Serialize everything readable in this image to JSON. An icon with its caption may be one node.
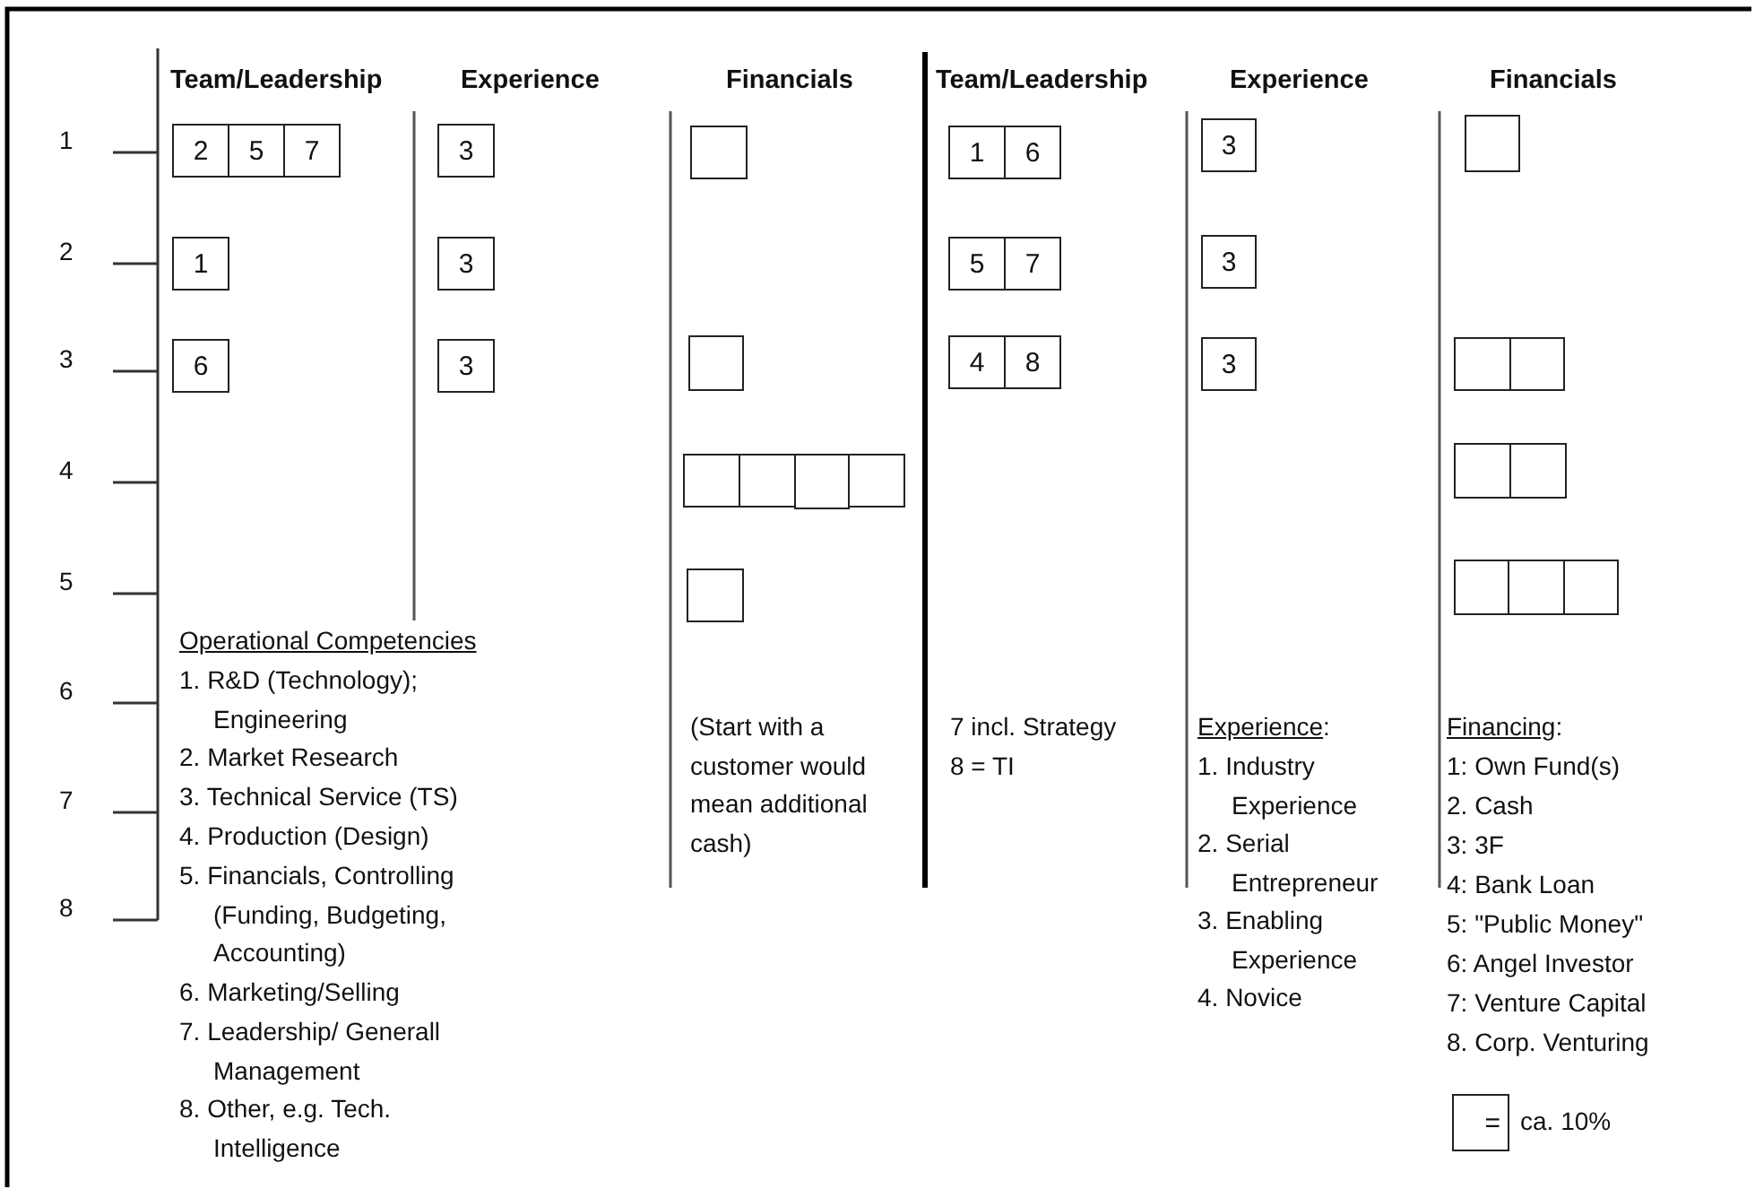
{
  "diagram": {
    "nodes": [
      {
        "text": [
          "2"
        ]
      },
      {
        "text": [
          "5"
        ]
      },
      {
        "text": [
          "7"
        ]
      },
      {
        "text": [
          "3"
        ]
      },
      {
        "text": [],
        "shape": "box"
      },
      {
        "text": [
          "1"
        ]
      },
      {
        "text": [
          "6"
        ]
      },
      {
        "text": [
          "3"
        ]
      },
      {
        "text": [],
        "shape": "box"
      },
      {
        "text": [
          "1"
        ]
      },
      {
        "text": [
          "3"
        ]
      },
      {
        "text": [
          "5"
        ]
      },
      {
        "text": [
          "7"
        ]
      },
      {
        "text": [
          "3"
        ]
      },
      {
        "text": [
          "6"
        ]
      },
      {
        "text": [
          "3"
        ]
      },
      {
        "text": [],
        "shape": "box"
      },
      {
        "text": [
          "4"
        ]
      },
      {
        "text": [
          "8"
        ]
      },
      {
        "text": [
          "3"
        ]
      },
      {
        "text": [],
        "shape": "box"
      },
      {
        "text": [],
        "shape": "box"
      },
      {
        "text": [],
        "shape": "box"
      },
      {
        "text": [],
        "shape": "box"
      },
      {
        "text": [],
        "shape": "box"
      },
      {
        "text": [],
        "shape": "box"
      },
      {
        "text": [],
        "shape": "box"
      },
      {
        "text": [],
        "shape": "box"
      },
      {
        "text": [],
        "shape": "box"
      },
      {
        "text": [],
        "shape": "box"
      },
      {
        "text": [],
        "shape": "box"
      },
      {
        "text": [],
        "shape": "box"
      },
      {
        "text": [
          "="
        ],
        "beside": [
          "ca. 10%"
        ]
      }
    ],
    "edges": [],
    "labels": [
      "Team/Leadership",
      "Experience",
      "Financials",
      "Team/Leadership",
      "Experience",
      "Financials",
      "1",
      "2",
      "3",
      "4",
      "5",
      "6",
      "7",
      "8",
      "Operational Competencies",
      "1. R&D (Technology); Engineering",
      "2. Market Research",
      "3. Technical Service (TS)",
      "4. Production (Design)",
      "5. Financials, Controlling (Funding, Budgeting, Accounting)",
      "6. Marketing/Selling",
      "7. Leadership/ Generall Management",
      "8. Other, e.g. Tech. Intelligence",
      "(Start with a customer would mean additional cash)",
      "7 incl. Strategy",
      "8 = TI",
      "Experience:",
      "1. Industry Experience",
      "2. Serial Entrepreneur",
      "3. Enabling Experience",
      "4. Novice",
      "Financing:",
      "1: Own Fund(s)",
      "2. Cash",
      "3: 3F",
      "4: Bank Loan",
      "5: \"Public Money\"",
      "6: Angel Investor",
      "7: Venture Capital",
      "8. Corp. Venturing"
    ]
  }
}
